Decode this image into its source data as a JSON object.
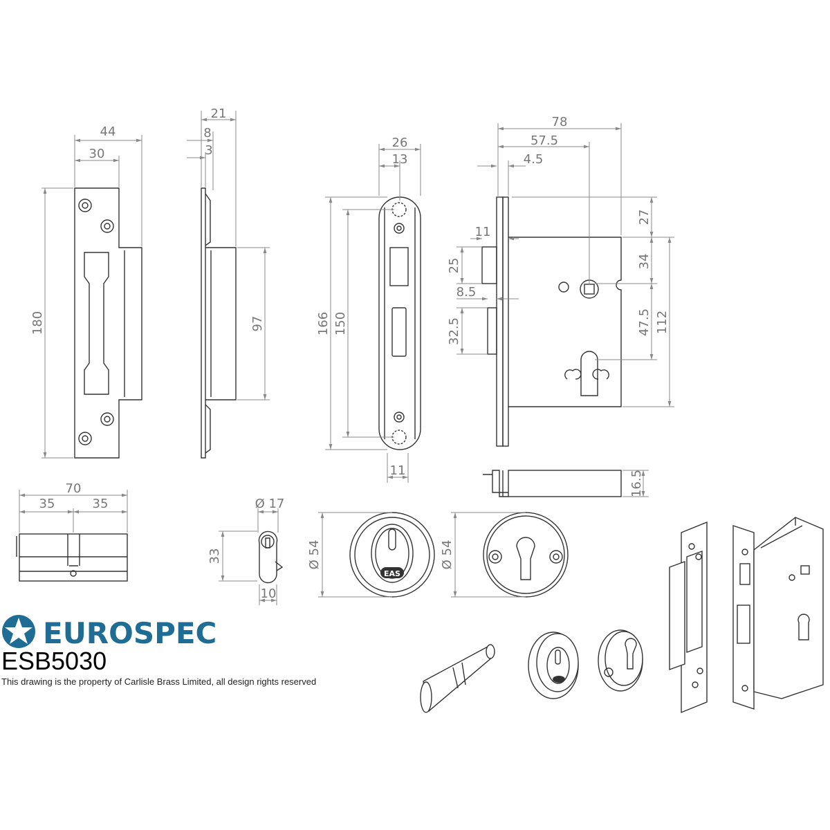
{
  "brand": {
    "name": "EUROSPEC",
    "color": "#1f6d94",
    "logo_icon": "star-in-circle-icon"
  },
  "model": "ESB5030",
  "disclaimer": "This drawing is the property of Carlisle Brass Limited, all design rights reserved",
  "strike_front": {
    "width": "44",
    "inner_width": "30",
    "height": "180"
  },
  "strike_side": {
    "depth": "21",
    "d8": "8",
    "d3": "3",
    "box_height": "97"
  },
  "faceplate": {
    "width": "26",
    "half": "13",
    "height": "166",
    "screw_centres": "150",
    "bottom": "11"
  },
  "lock_body": {
    "width": "78",
    "backset": "57.5",
    "plate": "4.5",
    "latch_proj": "11",
    "latch_h": "25",
    "bolt_proj": "8.5",
    "bolt_h": "32.5",
    "top": "27",
    "to_spindle": "34",
    "centres": "47.5",
    "case_h": "112"
  },
  "bolt_view": {
    "thickness": "16.5"
  },
  "cylinder": {
    "length": "70",
    "left": "35",
    "right": "35"
  },
  "cylinder_end": {
    "diameter": "Ø 17",
    "height": "33",
    "width": "10"
  },
  "escutcheon_key": {
    "diameter": "Ø 54",
    "badge": "EAS"
  },
  "escutcheon_euro": {
    "diameter": "Ø 54"
  }
}
